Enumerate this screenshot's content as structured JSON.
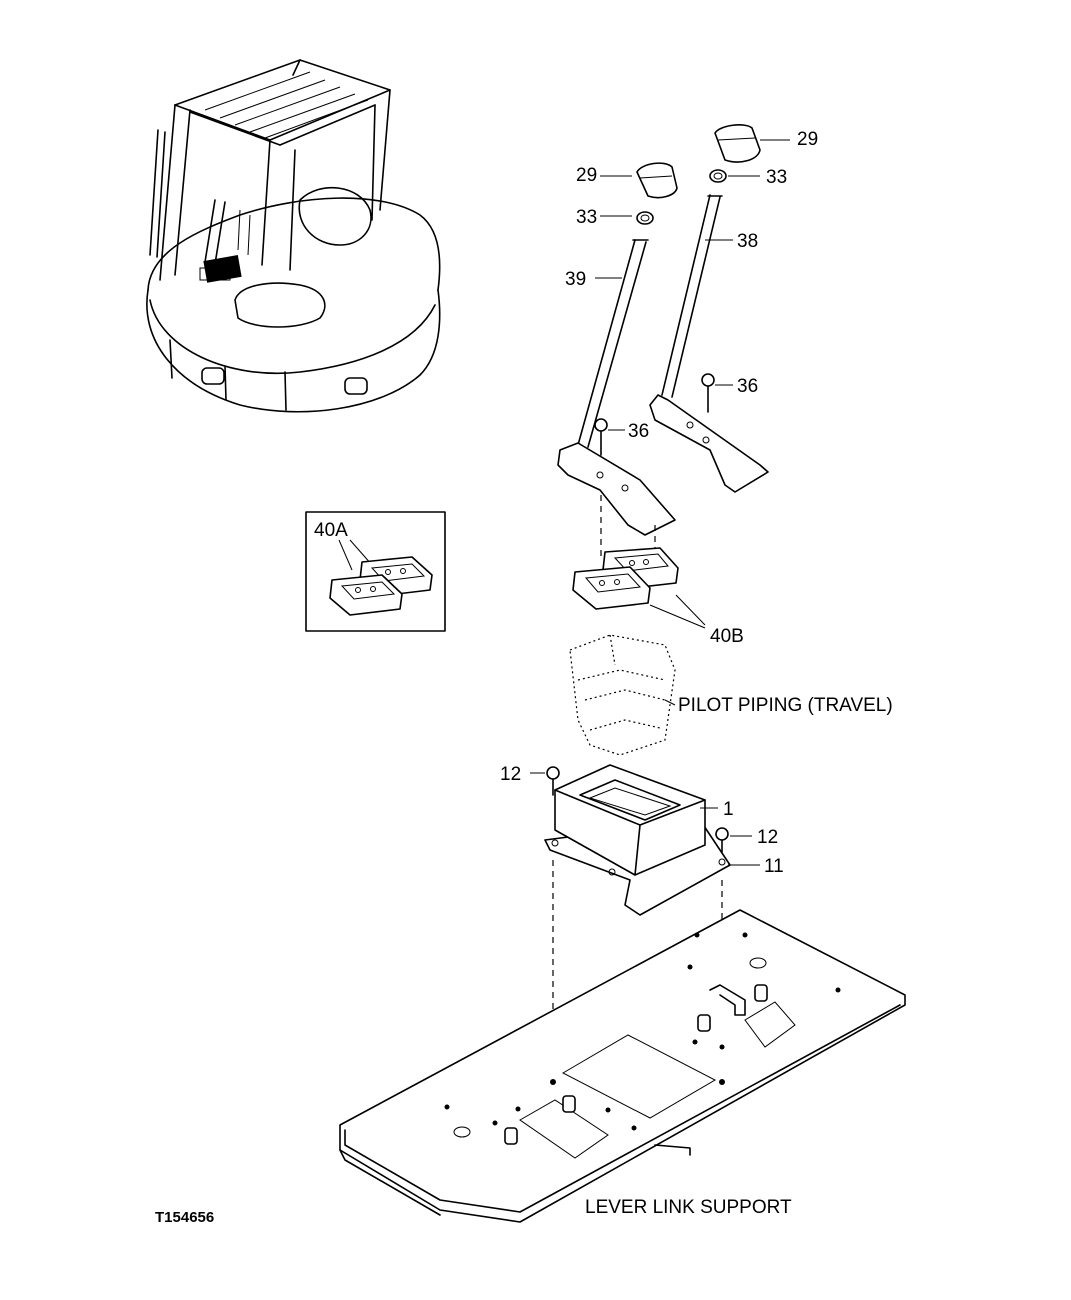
{
  "figure_id": "T154656",
  "labels": {
    "l29a": "29",
    "l29b": "29",
    "l33a": "33",
    "l33b": "33",
    "l38": "38",
    "l39": "39",
    "l36a": "36",
    "l36b": "36",
    "l40a": "40A",
    "l40b": "40B",
    "l12a": "12",
    "l12b": "12",
    "l1": "1",
    "l11": "11"
  },
  "captions": {
    "pilot_piping": "PILOT PIPING (TRAVEL)",
    "lever_link_support": "LEVER LINK SUPPORT"
  }
}
